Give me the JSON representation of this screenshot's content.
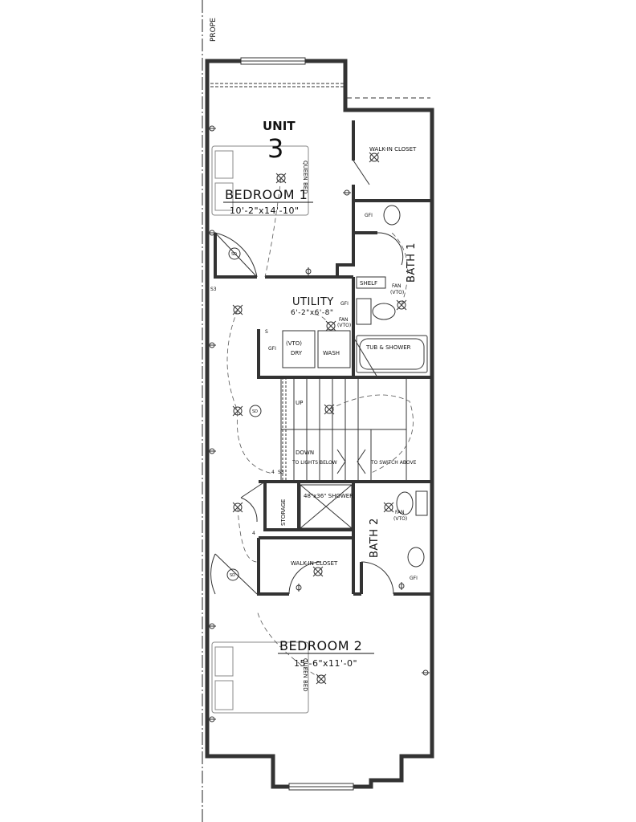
{
  "property_label": "PROPE",
  "unit": {
    "label": "UNIT",
    "number": "3"
  },
  "rooms": {
    "bedroom1": {
      "name": "BEDROOM 1",
      "size": "10'-2\"x14'-10\"",
      "bed": "QUEEN BED"
    },
    "bedroom2": {
      "name": "BEDROOM 2",
      "size": "15'-6\"x11'-0\"",
      "bed": "QUEEN BED"
    },
    "utility": {
      "name": "UTILITY",
      "size": "6'-2\"x6'-8\""
    },
    "bath1": {
      "name": "BATH 1"
    },
    "bath2": {
      "name": "BATH 2"
    },
    "walkin_closet": "WALK-IN CLOSET",
    "storage": "STORAGE"
  },
  "labels": {
    "shelf": "SHELF",
    "fan": "FAN",
    "vto": "(VTO)",
    "gfi": "GFI",
    "dry": "DRY",
    "wash": "WASH",
    "tub_shower": "TUB & SHOWER",
    "shower": "48\"x36\" SHOWER",
    "up": "UP",
    "down": "DOWN",
    "to_lights_below": "TO LIGHTS BELOW",
    "to_switch_above": "TO SWITCH ABOVE",
    "sd": "SD",
    "s3": "S3",
    "s4": "4",
    "s": "S"
  }
}
